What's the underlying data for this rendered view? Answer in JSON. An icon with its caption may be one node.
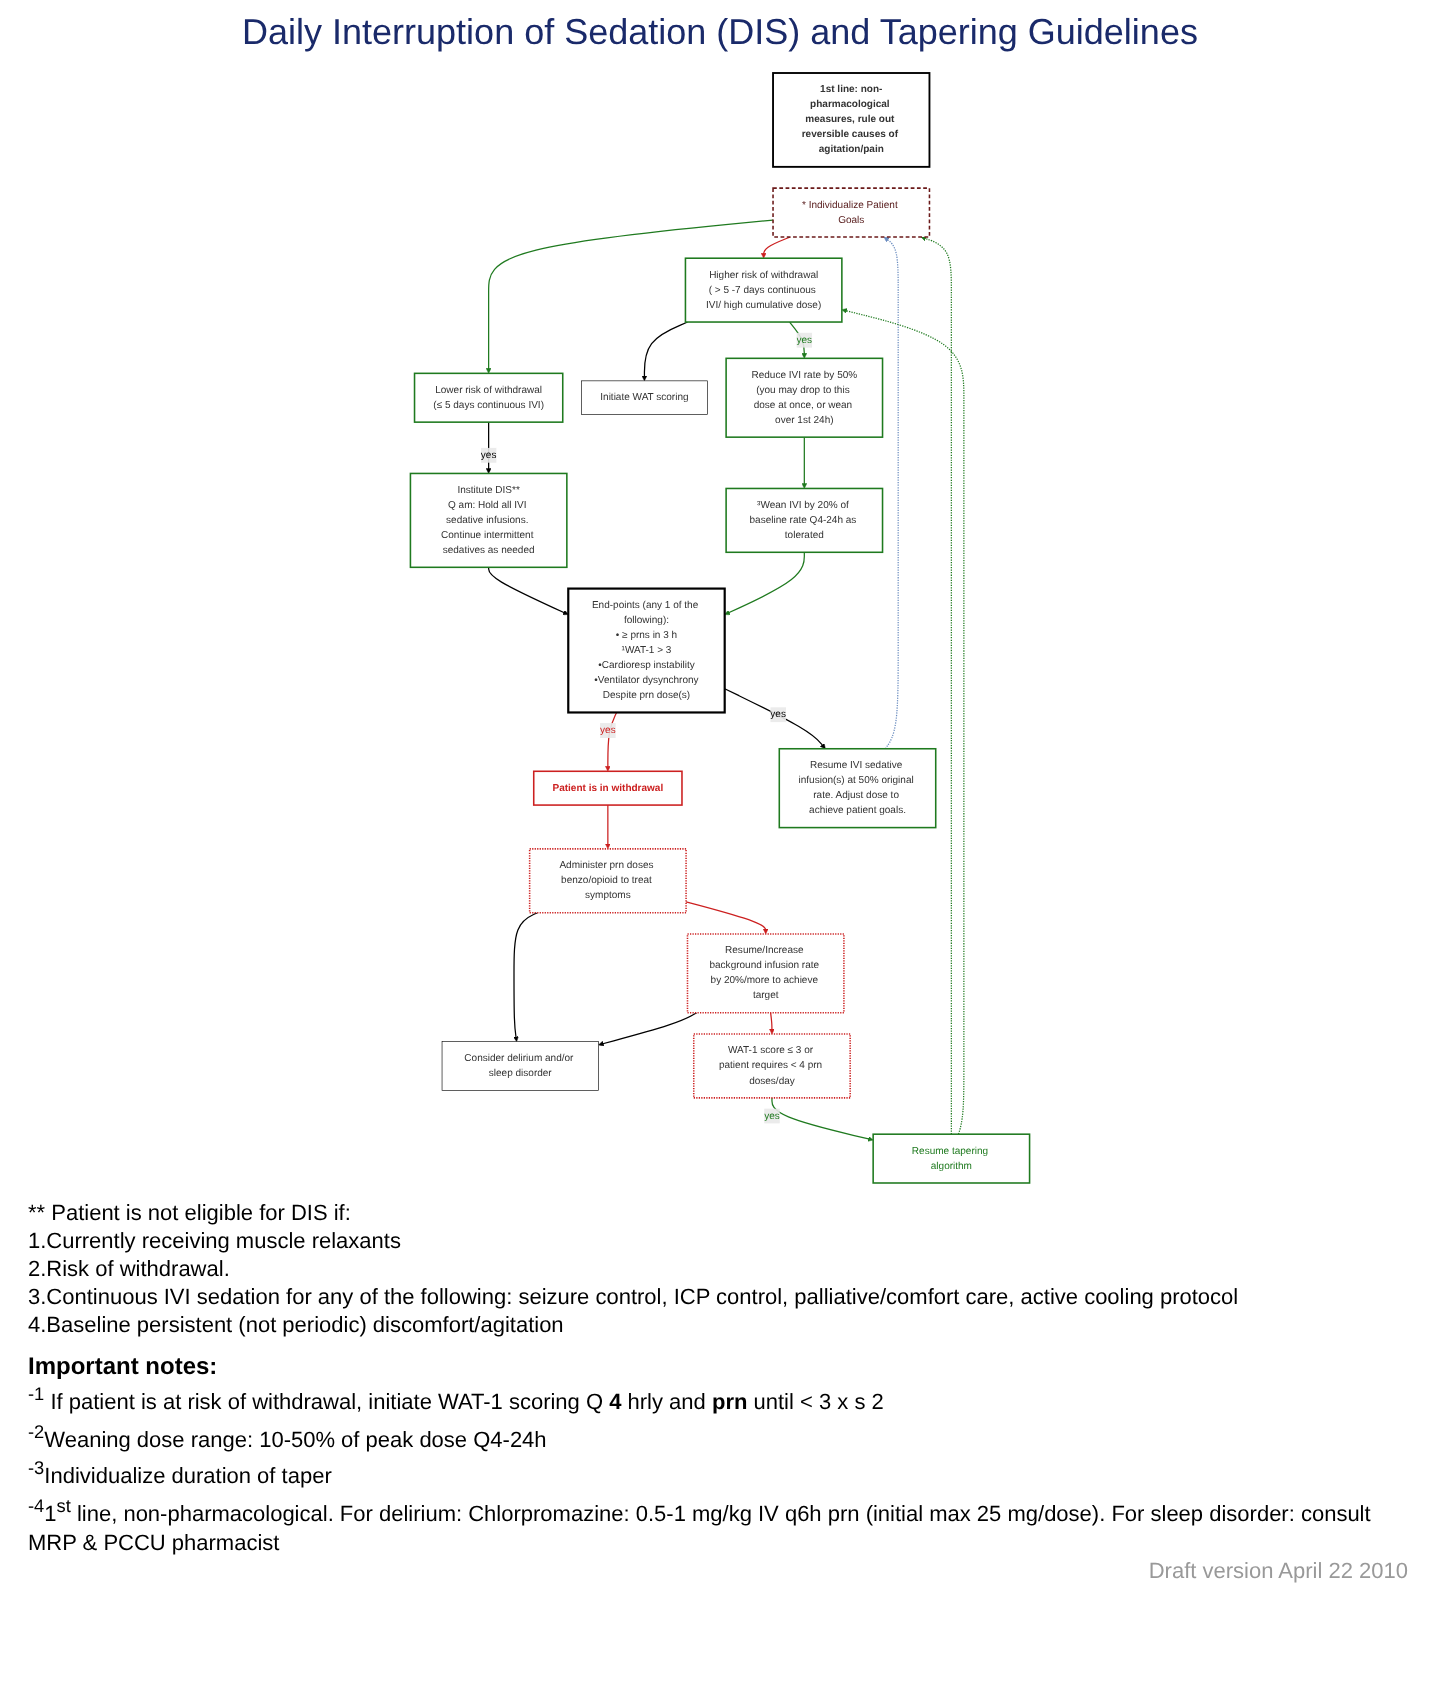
{
  "diagram": {
    "title": "Daily Interruption of Sedation (DIS) and Tapering Guidelines",
    "nodes": [
      {
        "text": [
          "1st line: non-pharmacological measures, rule out reversible causes of agitation/pain"
        ]
      },
      {
        "text": [
          "* Individualize Patient Goals"
        ]
      },
      {
        "text": [
          "Lower risk of withdrawal",
          "(≤ 5 days continuous IVI)"
        ]
      },
      {
        "text": [
          "Higher risk of withdrawal",
          "( > 5 -7 days continuous IVI/ high cumulative dose)"
        ]
      },
      {
        "text": [
          "Initiate WAT scoring"
        ]
      },
      {
        "text": [
          "Institute DIS**",
          "Q am: Hold all IVI sedative infusions. Continue intermittent sedatives as needed"
        ]
      },
      {
        "text": [
          "Reduce IVI rate by 50%",
          "(you may drop to this dose at once, or wean over 1st 24h)"
        ]
      },
      {
        "text": [
          "End-points (any 1 of the following):",
          "• ≥ prns in 3 h",
          "¹WAT-1 > 3",
          "•Cardioresp instability",
          "•Ventilator dysynchrony",
          "Despite prn dose(s)"
        ]
      },
      {
        "text": [
          "³Wean IVI by 20% of baseline rate Q4-24h as tolerated"
        ]
      },
      {
        "text": [
          "Patient is in withdrawal"
        ]
      },
      {
        "text": [
          "Resume IVI sedative infusion(s) at 50% original rate. Adjust dose to achieve patient goals."
        ]
      },
      {
        "text": [
          "Administer prn doses benzo/opioid to treat symptoms"
        ]
      },
      {
        "text": [
          "Consider delirium and/or sleep disorder"
        ]
      },
      {
        "text": [
          "Resume/Increase background infusion rate by 20%/more to achieve target"
        ]
      },
      {
        "text": [
          "WAT-1 score ≤ 3 or patient requires < 4 prn doses/day"
        ]
      },
      {
        "text": [
          "Resume tapering algorithm"
        ]
      }
    ],
    "edges": [
      {
        "from": 1,
        "to": 3,
        "arrow": "to",
        "color": "#cc2020"
      },
      {
        "from": 1,
        "to": 2,
        "arrow": "to"
      },
      {
        "from": 2,
        "to": 5,
        "arrow": "to",
        "label": "yes",
        "color": "#000000"
      },
      {
        "from": 3,
        "to": 6,
        "arrow": "to",
        "label": "yes"
      },
      {
        "from": 3,
        "to": 4,
        "arrow": "to",
        "color": "#000000"
      },
      {
        "from": 5,
        "to": 7,
        "arrow": "to",
        "color": "#000000"
      },
      {
        "from": 6,
        "to": 8,
        "arrow": "to"
      },
      {
        "from": 8,
        "to": 7,
        "arrow": "to"
      },
      {
        "from": 7,
        "to": 9,
        "arrow": "to",
        "label": "yes",
        "color": "#cc2020"
      },
      {
        "from": 7,
        "to": 10,
        "arrow": "to",
        "label": "yes",
        "color": "#000000"
      },
      {
        "from": 10,
        "to": 1,
        "arrow": "to",
        "style": "dashed",
        "color": "#6a8cbf"
      },
      {
        "from": 9,
        "to": 11,
        "arrow": "to",
        "color": "#cc2020"
      },
      {
        "from": 11,
        "to": 12,
        "arrow": "to",
        "color": "#000000"
      },
      {
        "from": 11,
        "to": 13,
        "arrow": "to",
        "color": "#cc2020"
      },
      {
        "from": 13,
        "to": 12,
        "arrow": "to",
        "color": "#000000"
      },
      {
        "from": 13,
        "to": 14,
        "arrow": "to",
        "color": "#cc2020"
      },
      {
        "from": 14,
        "to": 15,
        "arrow": "to",
        "label": "yes"
      },
      {
        "from": 15,
        "to": 1,
        "arrow": "to",
        "style": "dashed"
      },
      {
        "from": 15,
        "to": 3,
        "arrow": "to",
        "style": "dashed"
      }
    ],
    "labels": [
      "** Patient is not eligible for DIS if:",
      "1.Currently receiving muscle relaxants",
      "2.Risk of withdrawal.",
      "3.Continuous IVI sedation for any of the following: seizure control, ICP control, palliative/comfort care, active cooling protocol",
      "4.Baseline persistent (not periodic) discomfort/agitation",
      "Important notes:",
      "$^{-1}$ If patient is at risk of withdrawal, initiate WAT-1 scoring Q **4** hrly and **prn** until < 3 x s 2",
      "$^{-2}$Weaning dose range: 10-50% of peak dose Q4-24h",
      "$^{-3}$Individualize duration of taper",
      "$^{-4}$1$^{st}$ line, non-pharmacological. For delirium: Chlorpromazine: 0.5-1 mg/kg IV q6h prn (initial max 25 mg/dose). For sleep disorder: consult MRP & PCCU pharmacist",
      "Draft version April 22 2010"
    ]
  }
}
